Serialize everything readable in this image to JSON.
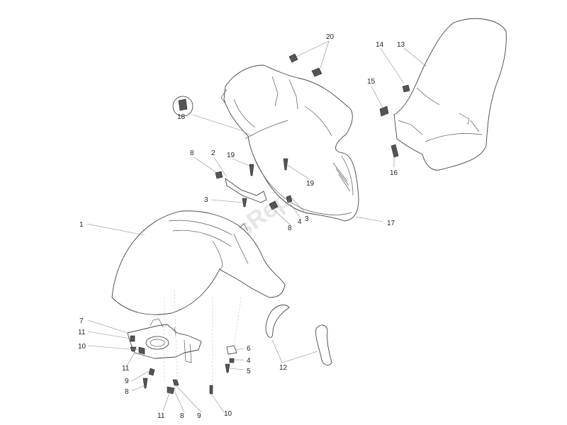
{
  "watermark": "PartsRepublik",
  "callouts": {
    "c1": "1",
    "c2": "2",
    "c3a": "3",
    "c3b": "3",
    "c4a": "4",
    "c4b": "4",
    "c5": "5",
    "c6": "6",
    "c7": "7",
    "c8a": "8",
    "c8b": "8",
    "c8c": "8",
    "c8d": "8",
    "c9a": "9",
    "c9b": "9",
    "c10a": "10",
    "c10b": "10",
    "c11a": "11",
    "c11b": "11",
    "c11c": "11",
    "c12": "12",
    "c13": "13",
    "c14": "14",
    "c15": "15",
    "c16": "16",
    "c17": "17",
    "c18": "18",
    "c19a": "19",
    "c19b": "19",
    "c20": "20"
  }
}
